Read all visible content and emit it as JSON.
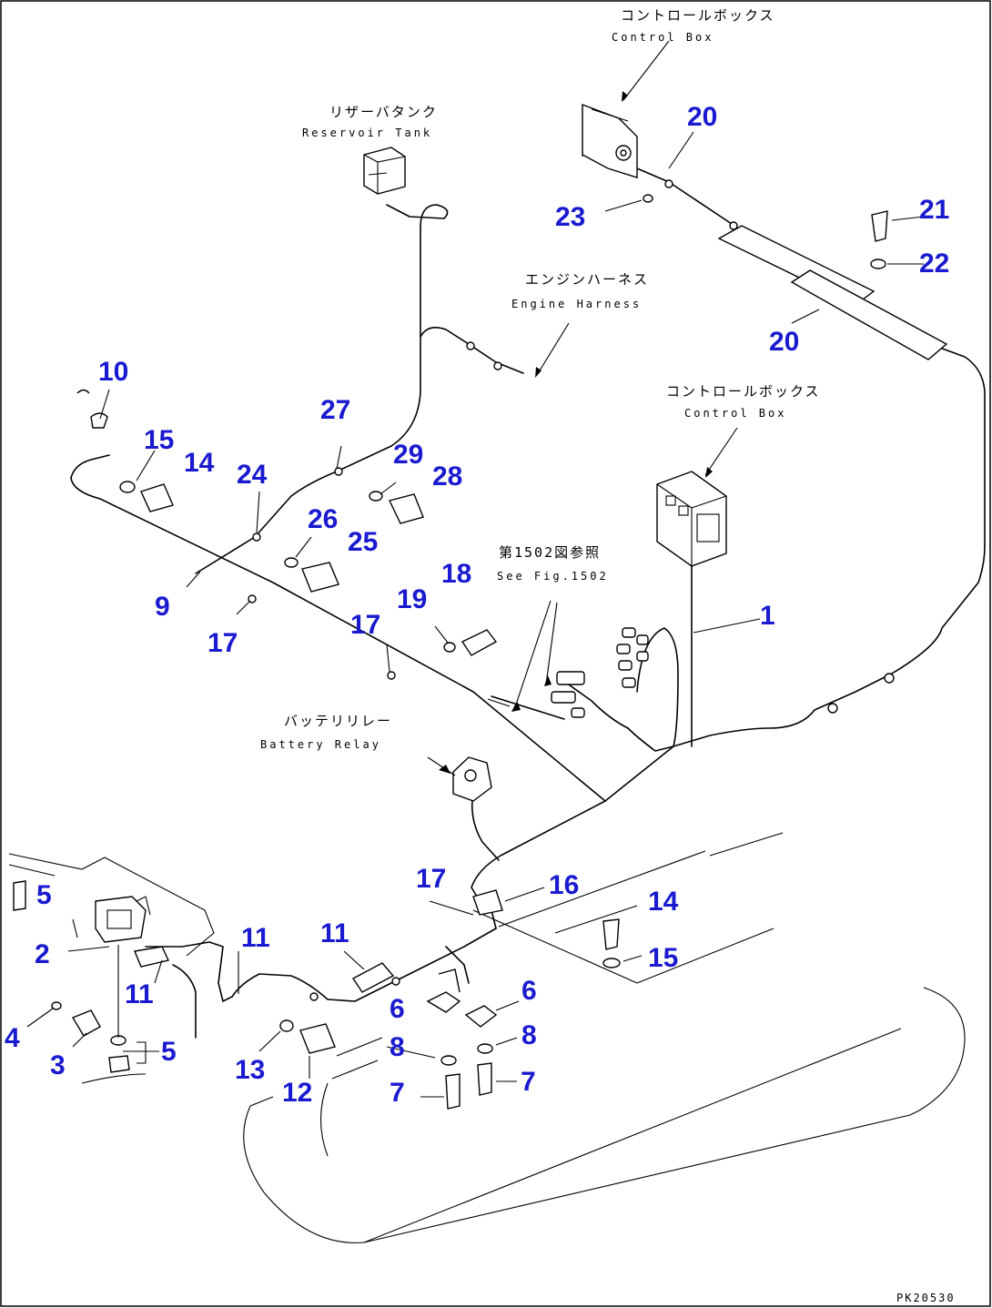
{
  "callouts": [
    {
      "id": "c1",
      "text": "1"
    },
    {
      "id": "c2",
      "text": "2"
    },
    {
      "id": "c3",
      "text": "3"
    },
    {
      "id": "c4",
      "text": "4"
    },
    {
      "id": "c5a",
      "text": "5"
    },
    {
      "id": "c5b",
      "text": "5"
    },
    {
      "id": "c6a",
      "text": "6"
    },
    {
      "id": "c6b",
      "text": "6"
    },
    {
      "id": "c7a",
      "text": "7"
    },
    {
      "id": "c7b",
      "text": "7"
    },
    {
      "id": "c8a",
      "text": "8"
    },
    {
      "id": "c8b",
      "text": "8"
    },
    {
      "id": "c9",
      "text": "9"
    },
    {
      "id": "c10",
      "text": "10"
    },
    {
      "id": "c11a",
      "text": "11"
    },
    {
      "id": "c11b",
      "text": "11"
    },
    {
      "id": "c11c",
      "text": "11"
    },
    {
      "id": "c12",
      "text": "12"
    },
    {
      "id": "c13",
      "text": "13"
    },
    {
      "id": "c14a",
      "text": "14"
    },
    {
      "id": "c14b",
      "text": "14"
    },
    {
      "id": "c15a",
      "text": "15"
    },
    {
      "id": "c15b",
      "text": "15"
    },
    {
      "id": "c16",
      "text": "16"
    },
    {
      "id": "c17a",
      "text": "17"
    },
    {
      "id": "c17b",
      "text": "17"
    },
    {
      "id": "c17c",
      "text": "17"
    },
    {
      "id": "c18",
      "text": "18"
    },
    {
      "id": "c19",
      "text": "19"
    },
    {
      "id": "c20a",
      "text": "20"
    },
    {
      "id": "c20b",
      "text": "20"
    },
    {
      "id": "c21",
      "text": "21"
    },
    {
      "id": "c22",
      "text": "22"
    },
    {
      "id": "c23",
      "text": "23"
    },
    {
      "id": "c24",
      "text": "24"
    },
    {
      "id": "c25",
      "text": "25"
    },
    {
      "id": "c26",
      "text": "26"
    },
    {
      "id": "c27",
      "text": "27"
    },
    {
      "id": "c28",
      "text": "28"
    },
    {
      "id": "c29",
      "text": "29"
    }
  ],
  "labels": {
    "control_box_top_jp": "コントロールボックス",
    "control_box_top_en": "Control Box",
    "reservoir_tank_jp": "リザーバタンク",
    "reservoir_tank_en": "Reservoir Tank",
    "engine_harness_jp": "エンジンハーネス",
    "engine_harness_en": "Engine Harness",
    "control_box_mid_jp": "コントロールボックス",
    "control_box_mid_en": "Control Box",
    "see_fig_jp": "第1502図参照",
    "see_fig_en": "See Fig.1502",
    "battery_relay_jp": "バッテリリレー",
    "battery_relay_en": "Battery Relay"
  },
  "drawing_code": "PK20530"
}
